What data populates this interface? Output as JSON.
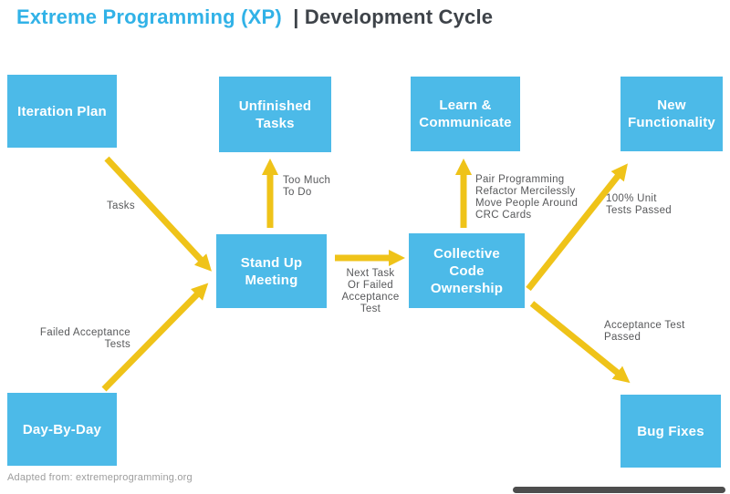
{
  "title": {
    "primary": "Extreme Programming (XP)",
    "secondary": "| Development Cycle"
  },
  "nodes": {
    "iteration_plan": "Iteration Plan",
    "unfinished_tasks": "Unfinished\nTasks",
    "learn_communicate": "Learn &\nCommunicate",
    "new_functionality": "New\nFunctionality",
    "stand_up_meeting": "Stand Up\nMeeting",
    "collective_code_ownership": "Collective\nCode\nOwnership",
    "day_by_day": "Day-By-Day",
    "bug_fixes": "Bug Fixes"
  },
  "edges": {
    "tasks": "Tasks",
    "too_much": "Too Much\nTo Do",
    "next_task": "Next Task\nOr Failed\nAcceptance\nTest",
    "pair_programming": "Pair Programming\nRefactor Mercilessly\nMove People Around\nCRC Cards",
    "unit_tests": "100% Unit\nTests Passed",
    "failed_acceptance": "Failed Acceptance\nTests",
    "acceptance_passed": "Acceptance Test\nPassed"
  },
  "footer": {
    "text": "Adapted from: extremeprogramming.org"
  },
  "colors": {
    "box_blue": "#4CBAE8",
    "title_blue": "#31B2E7",
    "title_dark": "#3E4349",
    "arrow_yellow": "#EFC319",
    "label_gray": "#57585A",
    "footer_gray": "#9D9D9D",
    "scrollbar_dark": "#4D4D4D"
  }
}
